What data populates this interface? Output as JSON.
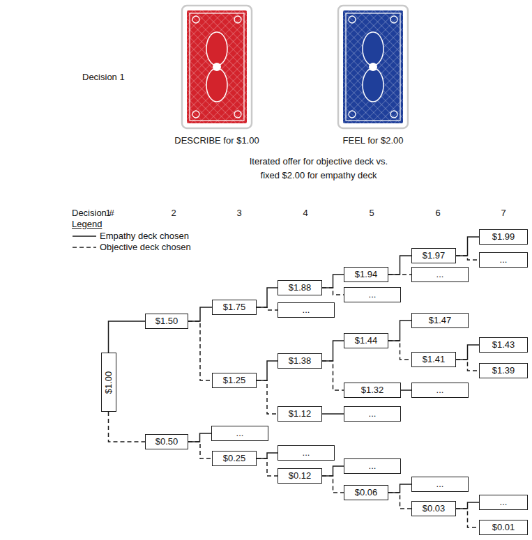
{
  "diagram": {
    "nodes": [
      {
        "text": [
          "$1.00"
        ]
      },
      {
        "text": [
          "$1.50"
        ]
      },
      {
        "text": [
          "$1.75"
        ]
      },
      {
        "text": [
          "$1.88"
        ]
      },
      {
        "text": [
          "$1.94"
        ]
      },
      {
        "text": [
          "$1.97"
        ]
      },
      {
        "text": [
          "$1.99"
        ]
      },
      {
        "text": [
          "..."
        ]
      },
      {
        "text": [
          "..."
        ]
      },
      {
        "text": [
          "..."
        ]
      },
      {
        "text": [
          "..."
        ]
      },
      {
        "text": [
          "$1.25"
        ]
      },
      {
        "text": [
          "$1.38"
        ]
      },
      {
        "text": [
          "$1.44"
        ]
      },
      {
        "text": [
          "$1.47"
        ]
      },
      {
        "text": [
          "$1.41"
        ]
      },
      {
        "text": [
          "$1.43"
        ]
      },
      {
        "text": [
          "$1.39"
        ]
      },
      {
        "text": [
          "$1.32"
        ]
      },
      {
        "text": [
          "..."
        ]
      },
      {
        "text": [
          "$1.12"
        ]
      },
      {
        "text": [
          "..."
        ]
      },
      {
        "text": [
          "$0.50"
        ]
      },
      {
        "text": [
          "..."
        ]
      },
      {
        "text": [
          "$0.25"
        ]
      },
      {
        "text": [
          "..."
        ]
      },
      {
        "text": [
          "$0.12"
        ]
      },
      {
        "text": [
          "..."
        ]
      },
      {
        "text": [
          "$0.06"
        ]
      },
      {
        "text": [
          "..."
        ]
      },
      {
        "text": [
          "$0.03"
        ]
      },
      {
        "text": [
          "..."
        ]
      },
      {
        "text": [
          "$0.01"
        ]
      }
    ],
    "edges": [
      {
        "from": 0,
        "to": 1,
        "arrow": "none"
      },
      {
        "from": 0,
        "to": 22,
        "arrow": "none"
      },
      {
        "from": 1,
        "to": 2,
        "arrow": "none"
      },
      {
        "from": 1,
        "to": 11,
        "arrow": "none"
      },
      {
        "from": 2,
        "to": 3,
        "arrow": "none"
      },
      {
        "from": 2,
        "to": 10,
        "arrow": "none"
      },
      {
        "from": 3,
        "to": 4,
        "arrow": "none"
      },
      {
        "from": 3,
        "to": 9,
        "arrow": "none"
      },
      {
        "from": 4,
        "to": 5,
        "arrow": "none"
      },
      {
        "from": 4,
        "to": 8,
        "arrow": "none"
      },
      {
        "from": 5,
        "to": 6,
        "arrow": "none"
      },
      {
        "from": 5,
        "to": 7,
        "arrow": "none"
      },
      {
        "from": 11,
        "to": 12,
        "arrow": "none"
      },
      {
        "from": 11,
        "to": 20,
        "arrow": "none"
      },
      {
        "from": 12,
        "to": 13,
        "arrow": "none"
      },
      {
        "from": 12,
        "to": 18,
        "arrow": "none"
      },
      {
        "from": 13,
        "to": 14,
        "arrow": "none"
      },
      {
        "from": 13,
        "to": 15,
        "arrow": "none"
      },
      {
        "from": 15,
        "to": 16,
        "arrow": "none"
      },
      {
        "from": 15,
        "to": 17,
        "arrow": "none"
      },
      {
        "from": 18,
        "to": 19,
        "arrow": "none"
      },
      {
        "from": 20,
        "to": 21,
        "arrow": "none"
      },
      {
        "from": 22,
        "to": 23,
        "arrow": "none"
      },
      {
        "from": 22,
        "to": 24,
        "arrow": "none"
      },
      {
        "from": 24,
        "to": 25,
        "arrow": "none"
      },
      {
        "from": 24,
        "to": 26,
        "arrow": "none"
      },
      {
        "from": 26,
        "to": 27,
        "arrow": "none"
      },
      {
        "from": 26,
        "to": 28,
        "arrow": "none"
      },
      {
        "from": 28,
        "to": 29,
        "arrow": "none"
      },
      {
        "from": 28,
        "to": 30,
        "arrow": "none"
      },
      {
        "from": 30,
        "to": 31,
        "arrow": "none"
      },
      {
        "from": 30,
        "to": 32,
        "arrow": "none"
      }
    ],
    "labels": [
      "Decision 1",
      "DESCRIBE for $1.00",
      "FEEL for $2.00",
      "Iterated offer for objective deck vs. fixed $2.00 for empathy deck",
      "Decision #",
      "1",
      "2",
      "3",
      "4",
      "5",
      "6",
      "7",
      "Legend"
    ],
    "legend": [
      {
        "text": "Empathy deck chosen"
      },
      {
        "text": "Objective deck chosen"
      }
    ]
  }
}
